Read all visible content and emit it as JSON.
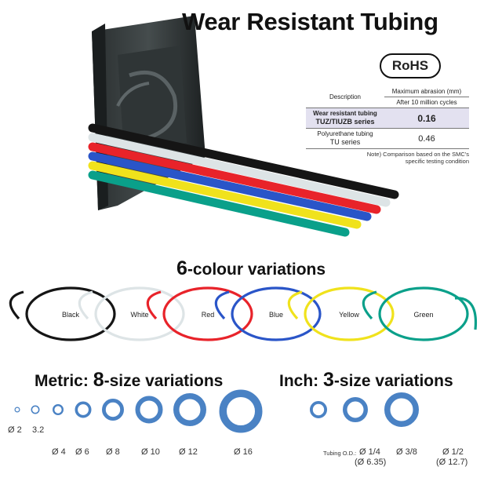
{
  "title": "Wear Resistant Tubing",
  "rohs": "RoHS",
  "comparison": {
    "header_desc": "Description",
    "header_abrasion": "Maximum abrasion (mm)",
    "header_cycles": "After 10 million cycles",
    "rows": [
      {
        "line1": "Wear resistant tubing",
        "line2": "TUZ/TIUZB series",
        "value": "0.16"
      },
      {
        "line1": "Polyurethane tubing",
        "line2": "TU series",
        "value": "0.46"
      }
    ],
    "note_line1": "Note) Comparison based on the SMC's",
    "note_line2": "specific testing condition"
  },
  "colours": {
    "heading_num": "6",
    "heading_rest": "-colour variations",
    "items": [
      {
        "label": "Black",
        "color": "#151515"
      },
      {
        "label": "White",
        "color": "#dde4e6"
      },
      {
        "label": "Red",
        "color": "#e8232a"
      },
      {
        "label": "Blue",
        "color": "#2a55c8"
      },
      {
        "label": "Yellow",
        "color": "#f0e21c"
      },
      {
        "label": "Green",
        "color": "#0aa08a"
      }
    ]
  },
  "metric": {
    "heading_prefix": "Metric: ",
    "heading_num": "8",
    "heading_rest": "-size variations",
    "sizes": [
      "Ø 2",
      "3.2",
      "Ø 4",
      "Ø 6",
      "Ø 8",
      "Ø 10",
      "Ø 12",
      "Ø 16"
    ]
  },
  "inch": {
    "heading_prefix": "Inch: ",
    "heading_num": "3",
    "heading_rest": "-size variations",
    "od_label": "Tubing O.D.:",
    "sizes": [
      {
        "label": "Ø 1/4",
        "sub": "(Ø 6.35)"
      },
      {
        "label": "Ø 3/8",
        "sub": ""
      },
      {
        "label": "Ø 1/2",
        "sub": "(Ø 12.7)"
      }
    ]
  },
  "ring_color": "#4a82c4"
}
